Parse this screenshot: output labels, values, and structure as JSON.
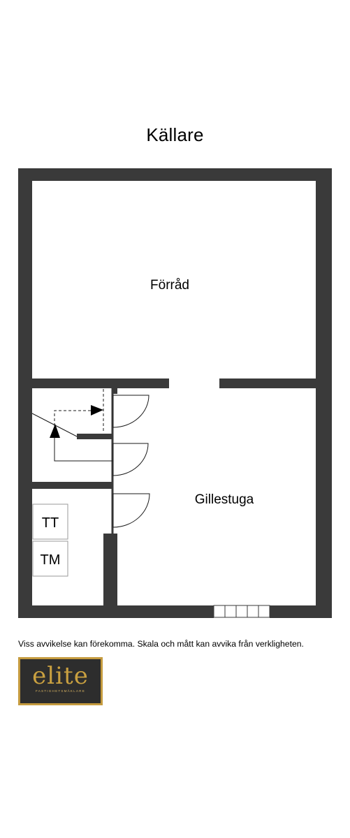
{
  "floor": {
    "title": "Källare"
  },
  "rooms": {
    "storage": "Förråd",
    "family_room": "Gillestuga"
  },
  "fixtures": {
    "dryer": "TT",
    "washer": "TM"
  },
  "disclaimer": "Viss avvikelse kan förekomma. Skala och mått kan avvika från verkligheten.",
  "logo": {
    "wordmark": "elite",
    "tagline": "FASTIGHETSMÄKLARE"
  },
  "colors": {
    "wall": "#3a3a3a",
    "logo_bg": "#2d2d2d",
    "logo_gold": "#c59b3f"
  }
}
